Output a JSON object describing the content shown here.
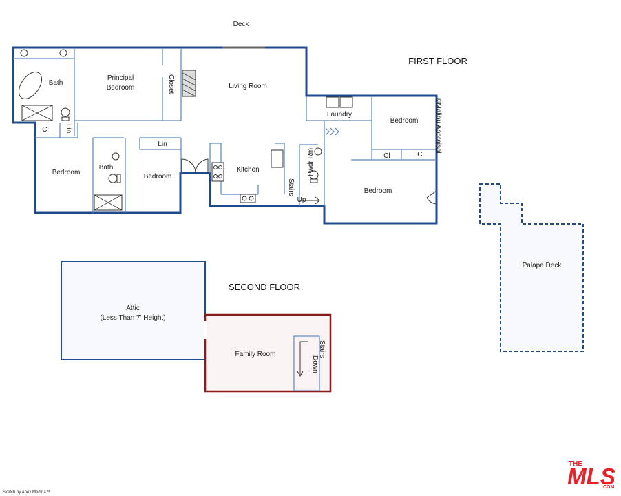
{
  "deck": "Deck",
  "first_floor": {
    "title": "FIRST FLOOR",
    "copyright": "©Malibu Appraisal",
    "rooms": {
      "bath_principal": "Bath",
      "principal_bedroom": [
        "Principal",
        "Bedroom"
      ],
      "closet": "Closet",
      "living_room": "Living Room",
      "laundry": "Laundry",
      "bedroom_ne": "Bedroom",
      "cl_1": "Cl",
      "lin_1": "Lin",
      "bedroom_w": "Bedroom",
      "bath_2": "Bath",
      "lin_2": "Lin",
      "bedroom_mid": "Bedroom",
      "kitchen": "Kitchen",
      "pwdr_rm": "Pwdr Rm",
      "cl_2": "Cl",
      "cl_3": "Cl",
      "stairs": "Stairs",
      "up": "Up",
      "bedroom_se": "Bedroom"
    }
  },
  "palapa_deck": "Palapa Deck",
  "second_floor": {
    "title": "SECOND FLOOR",
    "attic": [
      "Attic",
      "(Less Than 7' Height)"
    ],
    "family_room": "Family Room",
    "stairs": "Stairs",
    "down": "Down"
  },
  "credit": "Sketch by Apex Medina™",
  "logo": {
    "text": "THE MLS .COM",
    "color": "#e8232a"
  },
  "colors": {
    "wall": "#1f4a8c",
    "family_room": "#8b1a1a",
    "room_fill": "#f7f9fc"
  }
}
